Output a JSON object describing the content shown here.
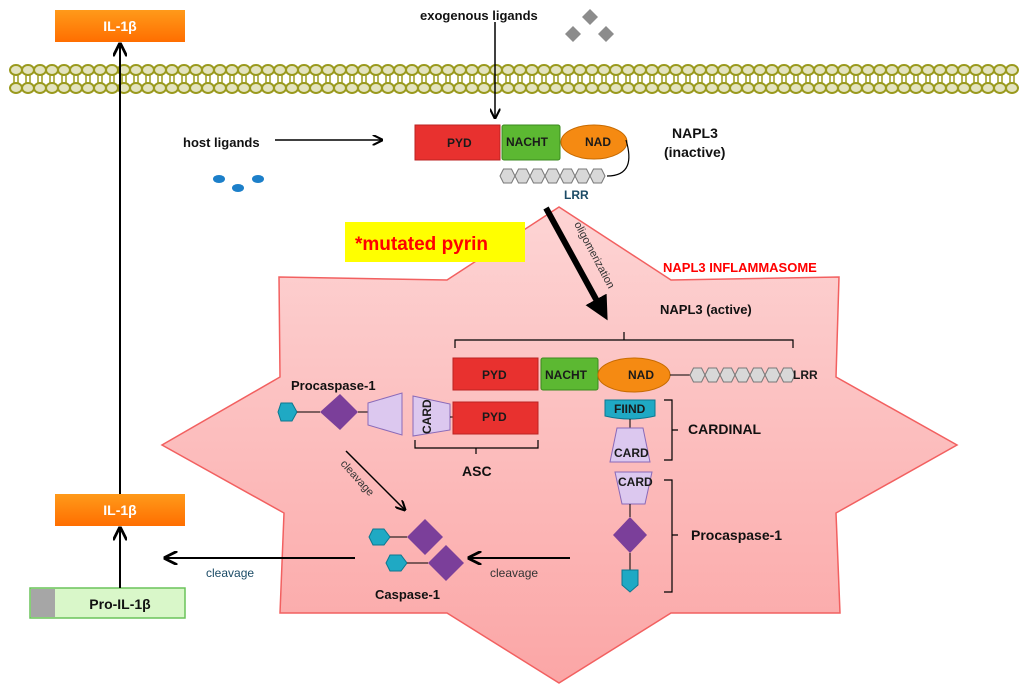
{
  "labels": {
    "il1b_top": "IL-1β",
    "il1b_bottom": "IL-1β",
    "pro_il1b": "Pro-IL-1β",
    "exogenous_ligands": "exogenous ligands",
    "host_ligands": "host ligands",
    "napl3_inactive_1": "NAPL3",
    "napl3_inactive_2": "(inactive)",
    "mutated_pyrin": "*mutated pyrin",
    "inflammasome": "NAPL3 INFLAMMASOME",
    "oligomerization": "oligomerization",
    "napl3_active": "NAPL3 (active)",
    "procaspase_left": "Procaspase-1",
    "asc": "ASC",
    "cardinal": "CARDINAL",
    "procaspase_right": "Procaspase-1",
    "caspase": "Caspase-1",
    "cleavage_diag": "cleavage",
    "cleavage_mid": "cleavage",
    "cleavage_left": "cleavage"
  },
  "domains": {
    "pyd": "PYD",
    "nacht": "NACHT",
    "nad": "NAD",
    "lrr": "LRR",
    "card": "CARD",
    "fiind": "FIIND"
  },
  "colors": {
    "pyd": "#e8312f",
    "nacht": "#5cb832",
    "nad": "#f58a12",
    "il1b": "#ff7f00",
    "pro": "#d9f7c9",
    "card": "#dcc8ef",
    "caspase": "#7b3f9a",
    "cyan": "#1fa9c4",
    "inflammasome": "#fcb8b8",
    "membrane": "#9a9a1e",
    "highlight": "#ffff00",
    "red_text": "#ff0000"
  }
}
